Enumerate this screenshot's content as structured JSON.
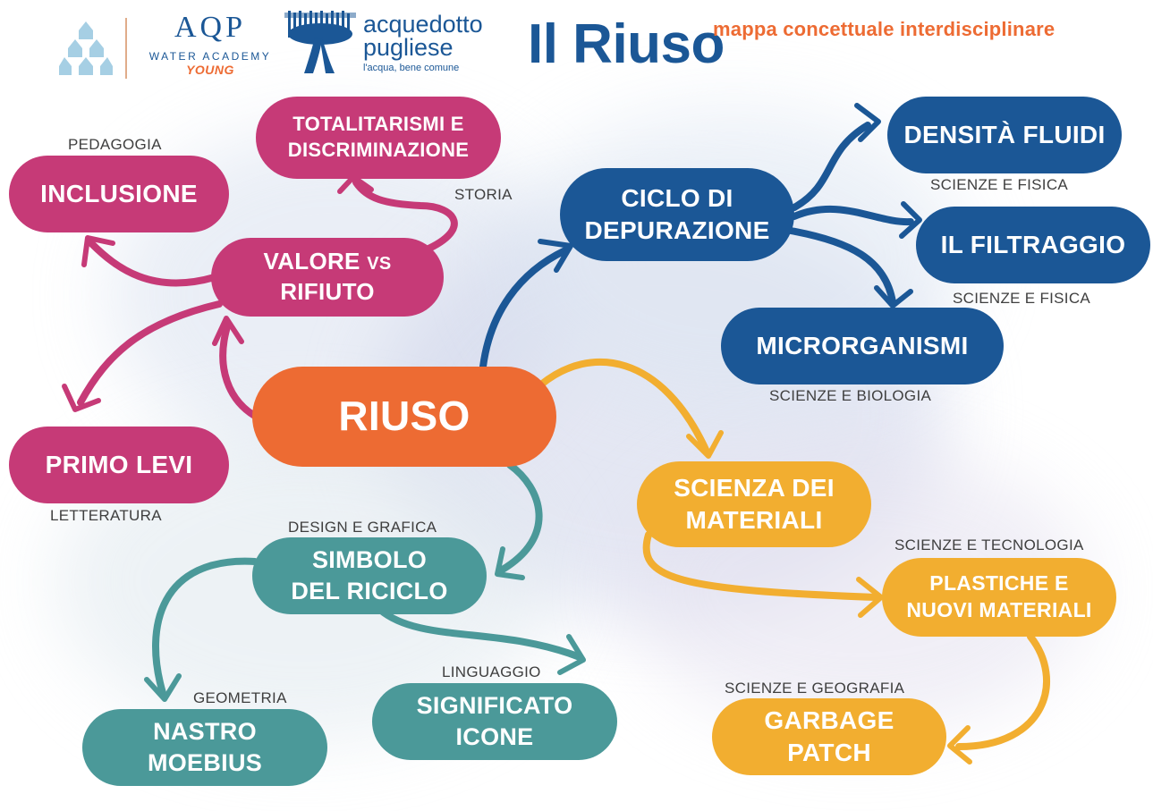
{
  "header": {
    "logos": {
      "aqp_letters": "AQP",
      "aqp_sub": "WATER ACADEMY",
      "aqp_young": "YOUNG",
      "acquedotto_line1": "acquedotto",
      "acquedotto_line2": "pugliese",
      "acquedotto_tagline": "l'acqua, bene comune"
    },
    "title": "Il Riuso",
    "subtitle": "mappa concettuale interdisciplinare"
  },
  "nodes": {
    "riuso": {
      "label": "RIUSO"
    },
    "inclusione": {
      "label": "INCLUSIONE",
      "tag": "PEDAGOGIA"
    },
    "totalitarismi": {
      "line1": "TOTALITARISMI E",
      "line2": "DISCRIMINAZIONE",
      "tag": "STORIA"
    },
    "valore": {
      "line1_a": "VALORE ",
      "line1_b": "VS",
      "line2": "RIFIUTO"
    },
    "primo_levi": {
      "label": "PRIMO LEVI",
      "tag": "LETTERATURA"
    },
    "ciclo": {
      "line1": "CICLO DI",
      "line2": "DEPURAZIONE"
    },
    "densita": {
      "label": "DENSITÀ FLUIDI",
      "tag": "SCIENZE E FISICA"
    },
    "filtraggio": {
      "label": "IL FILTRAGGIO",
      "tag": "SCIENZE E FISICA"
    },
    "microrganismi": {
      "label": "MICRORGANISMI",
      "tag": "SCIENZE E BIOLOGIA"
    },
    "scienza_materiali": {
      "line1": "SCIENZA DEI",
      "line2": "MATERIALI"
    },
    "plastiche": {
      "line1": "PLASTICHE E",
      "line2": "NUOVI MATERIALI",
      "tag": "SCIENZE E TECNOLOGIA"
    },
    "garbage": {
      "line1": "GARBAGE",
      "line2": "PATCH",
      "tag": "SCIENZE E GEOGRAFIA"
    },
    "simbolo": {
      "line1": "SIMBOLO",
      "line2": "DEL RICICLO",
      "tag": "DESIGN E GRAFICA"
    },
    "significato": {
      "line1": "SIGNIFICATO",
      "line2": "ICONE",
      "tag": "LINGUAGGIO"
    },
    "nastro": {
      "line1": "NASTRO",
      "line2": "MOEBIUS",
      "tag": "GEOMETRIA"
    }
  },
  "colors": {
    "magenta": "#c63a77",
    "blue": "#1b5796",
    "orange": "#ed6b33",
    "yellow": "#f2ae30",
    "teal": "#4b9999"
  }
}
